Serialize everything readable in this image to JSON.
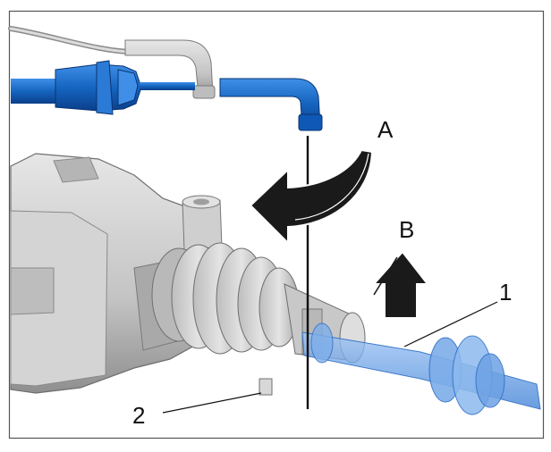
{
  "figure": {
    "labels": {
      "a": "A",
      "b": "B",
      "part_1": "1",
      "part_2": "2"
    },
    "colors": {
      "frame": "#555555",
      "hose_blue": "#1565c0",
      "hose_blue_dark": "#0d47a1",
      "transparent_hose": "#64a0e8",
      "housing_grey": "#c9c9c9",
      "housing_shadow": "#9a9a9a",
      "cable_grey": "#b0b0b0",
      "arrow_fill": "#1a1a1a",
      "background": "#ffffff"
    }
  }
}
